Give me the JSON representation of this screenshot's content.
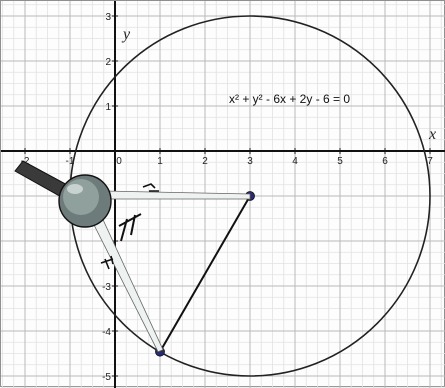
{
  "graph": {
    "x_axis_label": "x",
    "y_axis_label": "y",
    "x_tick_labels": [
      "-2",
      "-1",
      "0",
      "1",
      "2",
      "3",
      "4",
      "5",
      "6",
      "7"
    ],
    "x_tick_values": [
      -2,
      -1,
      0,
      1,
      2,
      3,
      4,
      5,
      6,
      7
    ],
    "y_tick_labels": [
      "3",
      "2",
      "1",
      "-1",
      "-2",
      "-3",
      "-4",
      "-5"
    ],
    "y_tick_values": [
      3,
      2,
      1,
      -1,
      -2,
      -3,
      -4,
      -5
    ],
    "x_range": [
      -2.5,
      7.4
    ],
    "y_range": [
      -5.2,
      3.3
    ],
    "major_grid": true,
    "minor_grid": true,
    "minor_per_unit": 4,
    "equation": "x² + y² - 6x + 2y - 6 = 0",
    "circle": {
      "center": [
        3,
        -1
      ],
      "radius": 4
    },
    "points": [
      {
        "name": "center",
        "x": 3,
        "y": -1
      },
      {
        "name": "point-on-circle",
        "x": 1,
        "y": -4.46
      }
    ],
    "center_to_point_segment": [
      [
        3,
        -1
      ],
      [
        1,
        -4.46
      ]
    ],
    "colors": {
      "grid_minor": "#e2e2e2",
      "grid_major": "#b9b9b9",
      "axis": "#111111",
      "circle": "#222222",
      "point_fill": "#2a2a6e",
      "compass_lens": "#6d7c7a",
      "compass_handle": "#3a3a3a"
    }
  }
}
